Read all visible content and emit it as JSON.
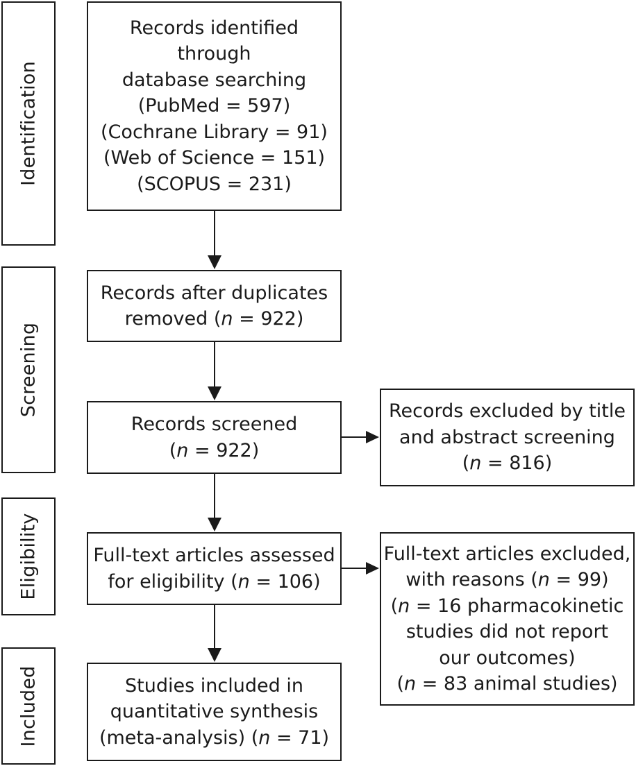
{
  "stages": {
    "identification": "Identification",
    "screening": "Screening",
    "eligibility": "Eligibility",
    "included": "Included"
  },
  "boxes": {
    "records_identified": {
      "l1": "Records identified",
      "l2": "through",
      "l3": "database searching",
      "l4": "(PubMed = 597)",
      "l5": "(Cochrane Library = 91)",
      "l6": "(Web of Science = 151)",
      "l7": "(SCOPUS = 231)"
    },
    "after_duplicates": {
      "l1": "Records after duplicates",
      "l2_pre": "removed (",
      "l2_n": "n",
      "l2_post": " = 922)"
    },
    "screened": {
      "l1": "Records screened",
      "l2_pre": "(",
      "l2_n": "n",
      "l2_post": " = 922)"
    },
    "excluded_title_abstract": {
      "l1": "Records excluded by title",
      "l2": "and abstract screening",
      "l3_pre": "(",
      "l3_n": "n",
      "l3_post": " = 816)"
    },
    "full_text_assessed": {
      "l1": "Full-text articles assessed",
      "l2_pre": "for eligibility (",
      "l2_n": "n",
      "l2_post": " = 106)"
    },
    "full_text_excluded": {
      "l1": "Full-text articles excluded,",
      "l2_pre": "with reasons (",
      "l2_n": "n",
      "l2_post": " = 99)",
      "l3_pre": "(",
      "l3_n": "n",
      "l3_post": " = 16 pharmacokinetic",
      "l4": "studies did not report",
      "l5": "our outcomes)",
      "l6_pre": "(",
      "l6_n": "n",
      "l6_post": " = 83 animal studies)"
    },
    "included_studies": {
      "l1": "Studies included in",
      "l2": "quantitative synthesis",
      "l3_pre": "(meta-analysis) (",
      "l3_n": "n",
      "l3_post": " = 71)"
    }
  }
}
